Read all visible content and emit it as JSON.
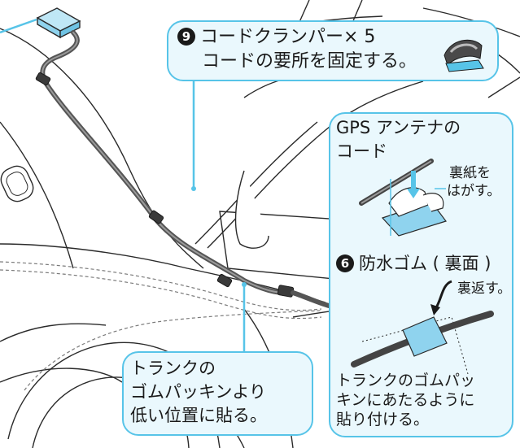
{
  "cord_clamper": {
    "number": "9",
    "title": "コードクランパー× 5",
    "description": "コードの要所を固定する。"
  },
  "gps_panel": {
    "heading_line1": "GPS アンテナの",
    "heading_line2": "コード",
    "peel_line1": "裏紙を",
    "peel_line2": "はがす。",
    "rubber_number": "6",
    "rubber_label": "防水ゴム ( 裏面 )",
    "flip_label": "裏返す。",
    "trunk_rubber_line1": "トランクのゴムパッ",
    "trunk_rubber_line2": "キンにあたるように",
    "trunk_rubber_line3": "貼り付ける。"
  },
  "trunk_note": {
    "line1": "トランクの",
    "line2": "ゴムパッキンより",
    "line3": "低い位置に貼る。"
  },
  "colors": {
    "callout_border": "#57c4e8",
    "callout_fill": "#eaf8fd",
    "antenna": "#8fd3ee",
    "cable": "#555555"
  }
}
